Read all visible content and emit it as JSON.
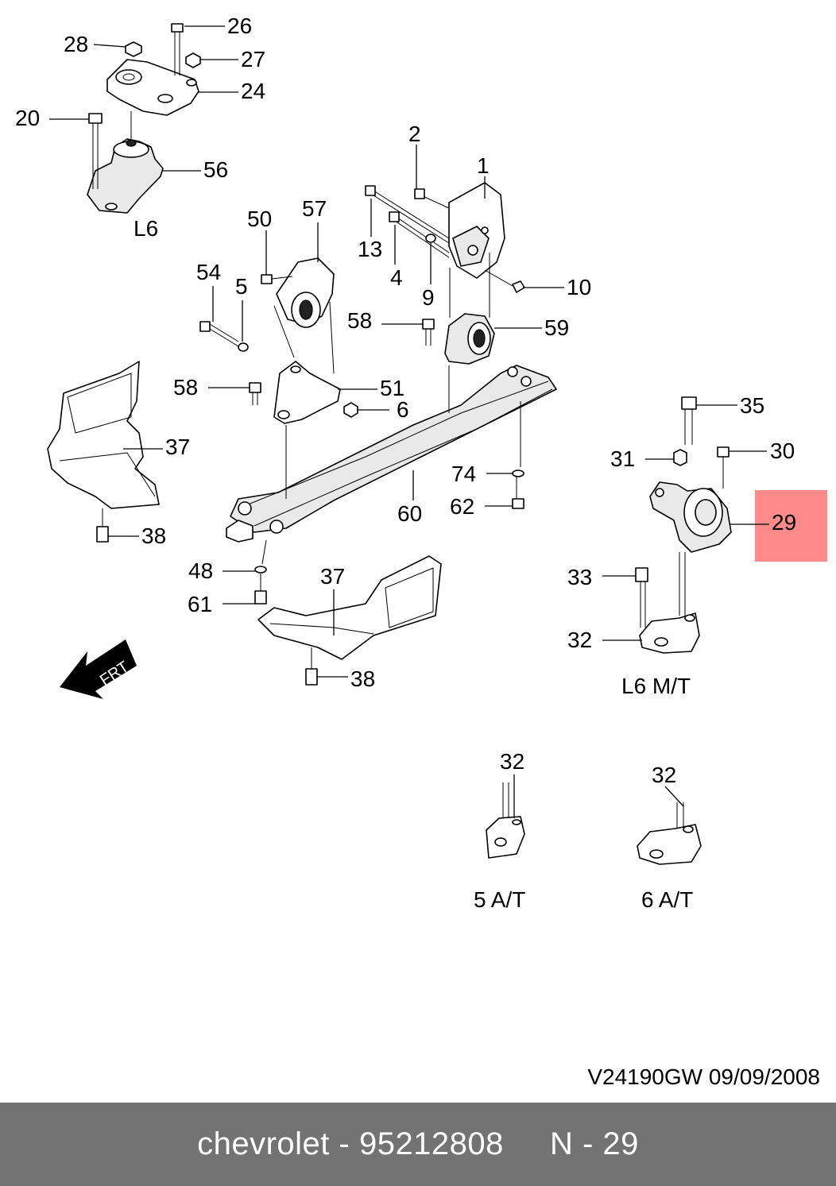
{
  "callouts": {
    "c26": "26",
    "c28": "28",
    "c27": "27",
    "c24": "24",
    "c20": "20",
    "c56": "56",
    "c2": "2",
    "c1": "1",
    "c50": "50",
    "c57": "57",
    "c13": "13",
    "c4": "4",
    "c54": "54",
    "c5": "5",
    "c9": "9",
    "c10": "10",
    "c58a": "58",
    "c59": "59",
    "c58b": "58",
    "c51": "51",
    "c6": "6",
    "c37a": "37",
    "c35": "35",
    "c31": "31",
    "c30": "30",
    "c74": "74",
    "c62": "62",
    "c38a": "38",
    "c60": "60",
    "c29": "29",
    "c48": "48",
    "c37b": "37",
    "c33": "33",
    "c61": "61",
    "c32a": "32",
    "c38b": "38",
    "c32b": "32",
    "c32c": "32"
  },
  "variants": {
    "l6": "L6",
    "l6_mt": "L6 M/T",
    "at5": "5 A/T",
    "at6": "6 A/T"
  },
  "arrow_label": "FRT",
  "reference": "V24190GW  09/09/2008",
  "highlight_part": "29",
  "colors": {
    "highlight": "#ff8a8a",
    "footer_bg": "#737373",
    "footer_text": "#ffffff"
  },
  "footer": {
    "text": "chevrolet - 95212808     N - 29"
  }
}
